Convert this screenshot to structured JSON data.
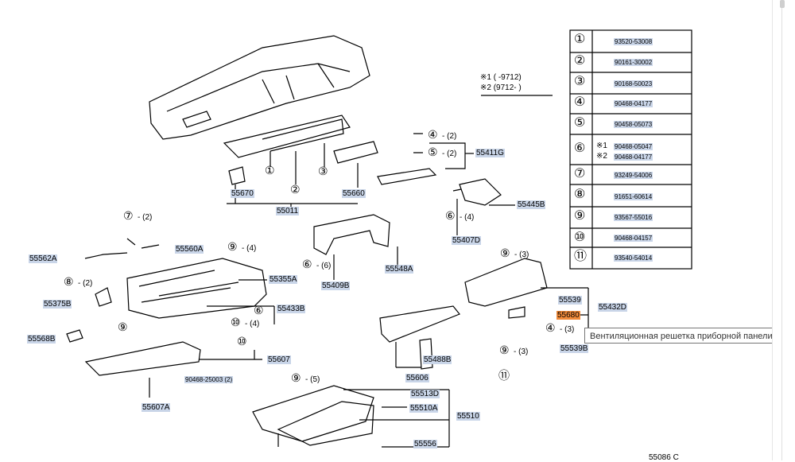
{
  "table": {
    "rows": [
      {
        "num": "①",
        "code": "93520-53008"
      },
      {
        "num": "②",
        "code": "90161-30002"
      },
      {
        "num": "③",
        "code": "90168-50023"
      },
      {
        "num": "④",
        "code": "90468-04177"
      },
      {
        "num": "⑤",
        "code": "90458-05073"
      },
      {
        "num": "⑥",
        "code": "",
        "variants": [
          {
            "mark": "※1",
            "code": "90468-05047"
          },
          {
            "mark": "※2",
            "code": "90468-04177"
          }
        ]
      },
      {
        "num": "⑦",
        "code": "93249-54006"
      },
      {
        "num": "⑧",
        "code": "91651-60614"
      },
      {
        "num": "⑨",
        "code": "93567-55016"
      },
      {
        "num": "⑩",
        "code": "90468-04157"
      },
      {
        "num": "⑪",
        "code": "93540-54014"
      }
    ]
  },
  "legend": {
    "line1": "※1 (    -9712)",
    "line2": "※2 (9712-     )"
  },
  "parts": {
    "p55670": "55670",
    "p55011": "55011",
    "p55660": "55660",
    "p55411G": "55411G",
    "p55445B": "55445B",
    "p55407D": "55407D",
    "p55562A": "55562A",
    "p55560A": "55560A",
    "p55355A": "55355A",
    "p55409B": "55409B",
    "p55548A": "55548A",
    "p55375B": "55375B",
    "p55433B": "55433B",
    "p55568B": "55568B",
    "p55607": "55607",
    "p90468": "90468-25003 (2)",
    "p55607A": "55607A",
    "p55539a": "55539",
    "p55432D": "55432D",
    "p55680": "55680",
    "p55539B": "55539B",
    "p55488B": "55488B",
    "p55606": "55606",
    "p55513D": "55513D",
    "p55510A": "55510A",
    "p55510": "55510",
    "p55556": "55556"
  },
  "callouts": {
    "c4": "④",
    "c4q": "- (2)",
    "c5": "⑤",
    "c5q": "- (2)",
    "c1": "①",
    "c2": "②",
    "c3": "③",
    "c6a": "⑥",
    "c6aq": "- (4)",
    "c7": "⑦",
    "c7q": "- (2)",
    "c9a": "⑨",
    "c9aq": "- (4)",
    "c6b": "⑥",
    "c6bq": "- (6)",
    "c8": "⑧",
    "c8q": "- (2)",
    "c6c": "⑥",
    "c10a": "⑩",
    "c10aq": "- (4)",
    "c9b": "⑨",
    "c10b": "⑩",
    "c9c": "⑨",
    "c9cq": "- (3)",
    "c4b": "④",
    "c4bq": "- (3)",
    "c9d": "⑨",
    "c9dq": "- (3)",
    "c11": "⑪",
    "c9e": "⑨",
    "c9eq": "- (5)"
  },
  "footer": "55086 C",
  "tooltip": "Вентиляционная решетка приборной панели, ц"
}
